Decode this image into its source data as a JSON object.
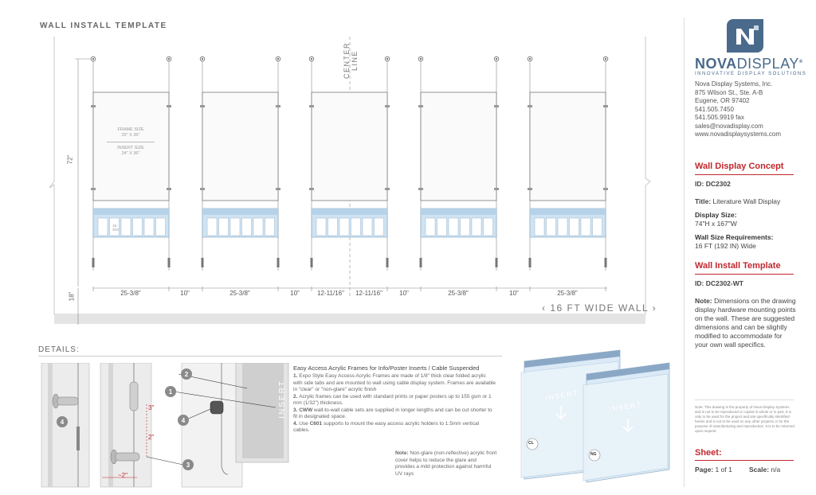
{
  "header": {
    "title": "WALL INSTALL TEMPLATE"
  },
  "drawing": {
    "center_line": "CENTER LINE",
    "height_label": "72\"",
    "base_label": "18\"",
    "wall_width": "16 FT WIDE WALL",
    "frame_size_label": "FRAME SIZE",
    "frame_size_value": "25\" X 36\"",
    "insert_size_label": "INSERT SIZE",
    "insert_size_value": "24\" X 36\"",
    "pocket_label": "16-\nSlot",
    "dims": [
      "25-3/8\"",
      "10\"",
      "25-3/8\"",
      "10\"",
      "12-11/16\"",
      "12-11/16\"",
      "10\"",
      "25-3/8\"",
      "10\"",
      "25-3/8\""
    ]
  },
  "details": {
    "title": "DETAILS:",
    "insert_word": "INSERT",
    "callouts": [
      "1",
      "2",
      "3",
      "4",
      "4"
    ],
    "dim_3": "3\"",
    "dim_2": "2\"",
    "dim_approx2": "~2\"",
    "desc_title": "Easy Access Acrylic Frames for Info/Poster Inserts / Cable Suspended",
    "items": [
      {
        "num": "1.",
        "text": "Expo Style Easy Access Acrylic Frames are made of 1/8\" thick clear folded acrylic with side tabs and are mounted to wall using cable display system. Frames are available in \"clear\" or \"non-glare\" acrylic finish"
      },
      {
        "num": "2.",
        "text": "Acrylic frames can be used with standard prints or paper posters up to 155 gsm or 1 mm (1/32\") thickness."
      },
      {
        "num": "3.",
        "bold": "CWW",
        "text": "wall-to-wall cable sets are supplied in longer lengths and can be cut shorter to fit in designated space."
      },
      {
        "num": "4.",
        "pre": "Use",
        "bold": "C601",
        "text": "supports to mount the easy access acrylic holders to 1.5mm vertical cables."
      }
    ],
    "note_label": "Note:",
    "note_text": "Non-glare (non-reflective) acrylic front cover helps to reduce the glare and provides a mild protection against harmful UV rays",
    "product_insert": "INSERT",
    "badge_cl": "CL",
    "badge_ng": "NG"
  },
  "sidebar": {
    "logo_nova": "NOVA",
    "logo_display": "DISPLAY",
    "logo_tm": "®",
    "tagline": "INNOVATIVE DISPLAY SOLUTIONS",
    "contact": [
      "Nova Display Systems, Inc.",
      "875 Wilson St., Ste. A-B",
      "Eugene, OR 97402",
      "541.505.7450",
      "541.505.9919 fax",
      "sales@novadisplay.com",
      "www.novadisplaysystems.com"
    ],
    "concept_heading": "Wall Display Concept",
    "id_label": "ID:",
    "concept_id": "DC2302",
    "title_label": "Title:",
    "title_value": "Literature Wall Display",
    "display_size_label": "Display Size:",
    "display_size_value": "74\"H x 167\"W",
    "wall_req_label": "Wall Size Requirements:",
    "wall_req_value": "16 FT (192 IN) Wide",
    "template_heading": "Wall Install Template",
    "template_id_label": "ID:",
    "template_id": "DC2302-WT",
    "note_label": "Note:",
    "note_text": "Dimensions on the drawing display hardware mounting points on the wall. These are suggested dimensions and can be slightly modified to accommodate for your own wall specifics.",
    "legal": "Note: This drawing is the property of Nova Display Systems and is not to be reproduced or copied in whole or in part. It is only to be used for the project and site specifically identified herein and is not to be used on any other projects or for the purpose of manufacturing and reproduction. It is to be returned upon request.",
    "sheet_heading": "Sheet:",
    "page_label": "Page:",
    "page_value": "1 of 1",
    "scale_label": "Scale:",
    "scale_value": "n/a"
  },
  "colors": {
    "accent_red": "#c0282e",
    "brand_blue": "#4a6a8c",
    "acrylic": "#cfe3f2"
  }
}
